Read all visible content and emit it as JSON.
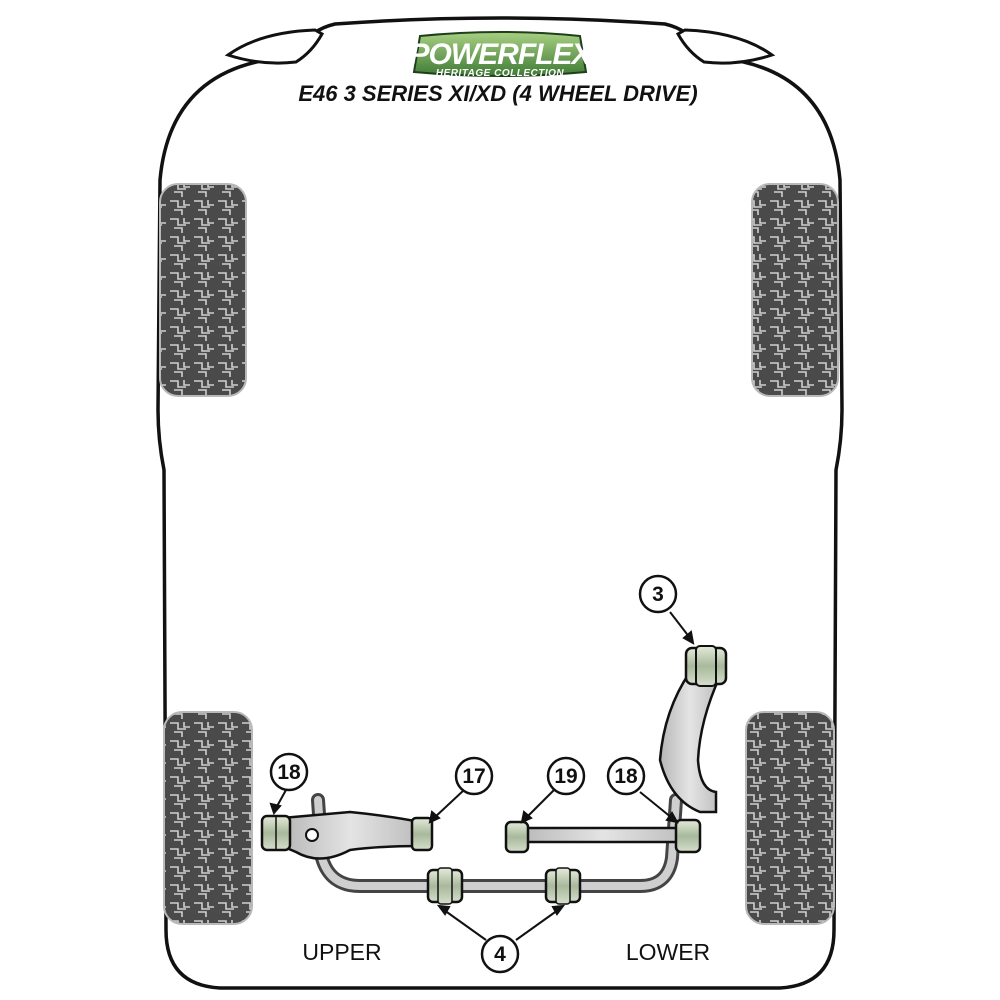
{
  "logo": {
    "brand": "POWERFLEX",
    "subtitle": "HERITAGE COLLECTION",
    "color_dark": "#2f5b2a",
    "color_light": "#8fbf6a"
  },
  "title": "E46 3 SERIES XI/XD (4 WHEEL DRIVE)",
  "captions": {
    "upper": "UPPER",
    "lower": "LOWER"
  },
  "callouts": {
    "c3": "3",
    "c17": "17",
    "c18_left": "18",
    "c18_right": "18",
    "c19": "19",
    "c4": "4"
  },
  "colors": {
    "outline": "#111111",
    "tyre": "#555555",
    "arm": "#c9c9c9",
    "bush": "#a9b8a0"
  }
}
